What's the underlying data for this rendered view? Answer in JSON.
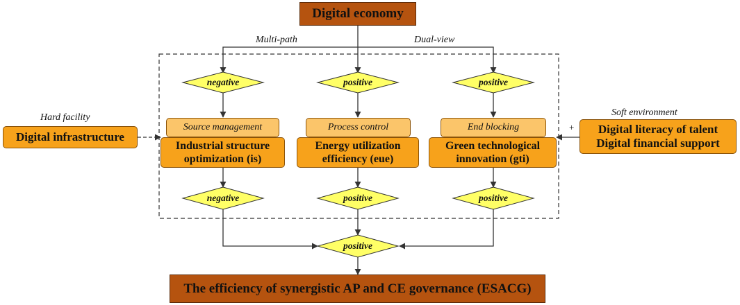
{
  "top": {
    "title": "Digital economy"
  },
  "bottom": {
    "title": "The efficiency of synergistic AP and CE governance (ESACG)"
  },
  "labels": {
    "multi_path": "Multi-path",
    "dual_view": "Dual-view",
    "hard_facility": "Hard facility",
    "soft_environment": "Soft environment",
    "plus": "+"
  },
  "left_node": {
    "title": "Digital infrastructure"
  },
  "right_node": {
    "line1": "Digital literacy of talent",
    "line2": "Digital financial support"
  },
  "columns": [
    {
      "top_sign": "negative",
      "stage": "Source management",
      "line1": "Industrial structure",
      "line2": "optimization (is)",
      "bottom_sign": "negative"
    },
    {
      "top_sign": "positive",
      "stage": "Process control",
      "line1": "Energy utilization",
      "line2": "efficiency (eue)",
      "bottom_sign": "positive"
    },
    {
      "top_sign": "positive",
      "stage": "End blocking",
      "line1": "Green technological",
      "line2": "innovation (gti)",
      "bottom_sign": "positive"
    }
  ],
  "final_sign": "positive",
  "colors": {
    "brown": "#b5530f",
    "orange": "#f7a21b",
    "light_orange": "#fbc56a",
    "diamond": "#ffff66"
  }
}
